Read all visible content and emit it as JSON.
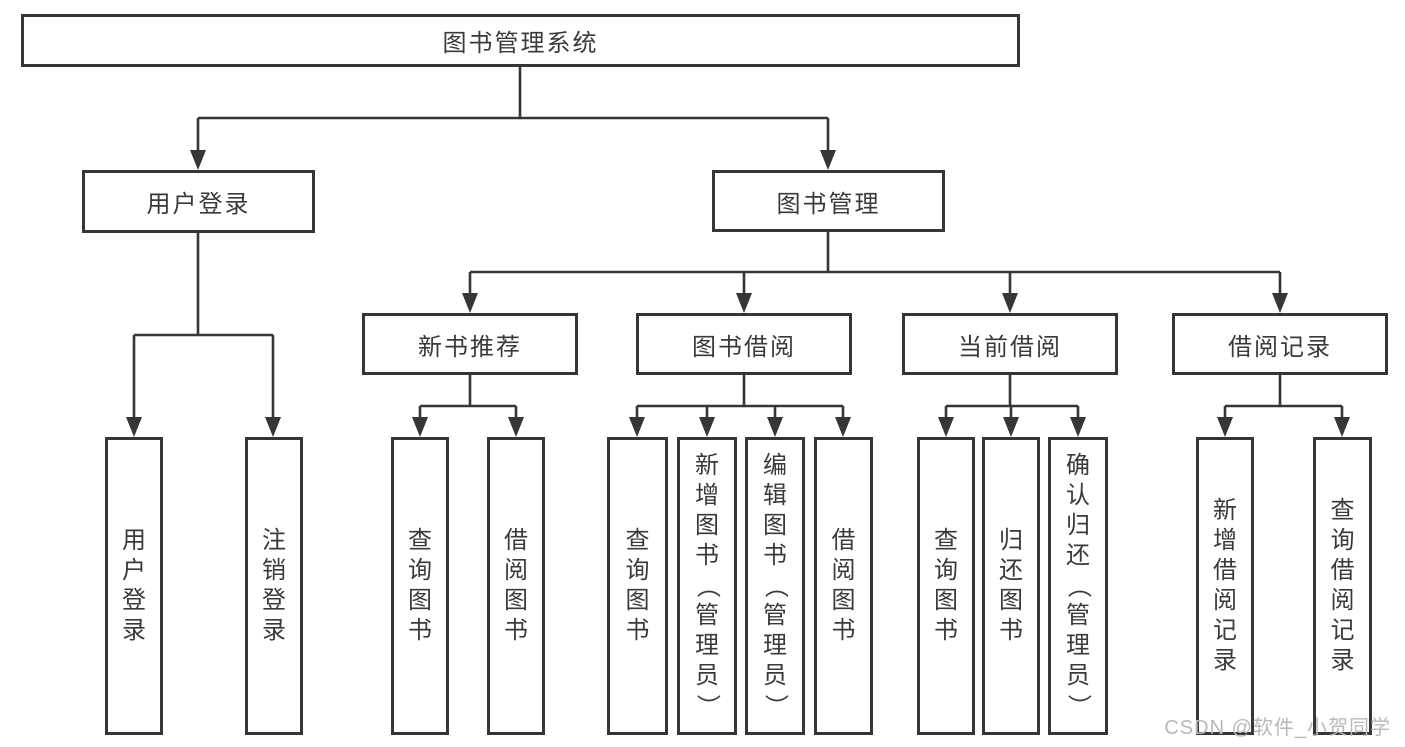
{
  "diagram": {
    "title": "图书管理系统",
    "level2": [
      {
        "label": "用户登录"
      },
      {
        "label": "图书管理"
      }
    ],
    "level3": [
      {
        "label": "新书推荐"
      },
      {
        "label": "图书借阅"
      },
      {
        "label": "当前借阅"
      },
      {
        "label": "借阅记录"
      }
    ],
    "leaves": {
      "user_login": [
        {
          "label": "用户登录"
        },
        {
          "label": "注销登录"
        }
      ],
      "new_book_recommend": [
        {
          "label": "查询图书"
        },
        {
          "label": "借阅图书"
        }
      ],
      "book_borrow": [
        {
          "label": "查询图书"
        },
        {
          "label": "新增图书（管理员）"
        },
        {
          "label": "编辑图书（管理员）"
        },
        {
          "label": "借阅图书"
        }
      ],
      "current_borrow": [
        {
          "label": "查询图书"
        },
        {
          "label": "归还图书"
        },
        {
          "label": "确认归还（管理员）"
        }
      ],
      "borrow_record": [
        {
          "label": "新增借阅记录"
        },
        {
          "label": "查询借阅记录"
        }
      ]
    }
  },
  "watermark": {
    "text": "CSDN @软件_小贺同学"
  },
  "colors": {
    "line": "#363636",
    "text": "#3a3a3a",
    "watermark": "#b9b9b9",
    "background": "#ffffff"
  }
}
